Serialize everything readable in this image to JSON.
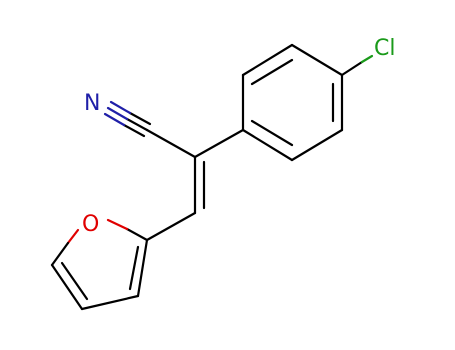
{
  "molecule": {
    "colors": {
      "bond": "#000000",
      "nitrogen": "#1f1fa8",
      "oxygen": "#e00000",
      "chlorine": "#1a9a1a"
    },
    "atoms": {
      "chlorine": "Cl",
      "nitrogen": "N",
      "oxygen": "O"
    }
  }
}
